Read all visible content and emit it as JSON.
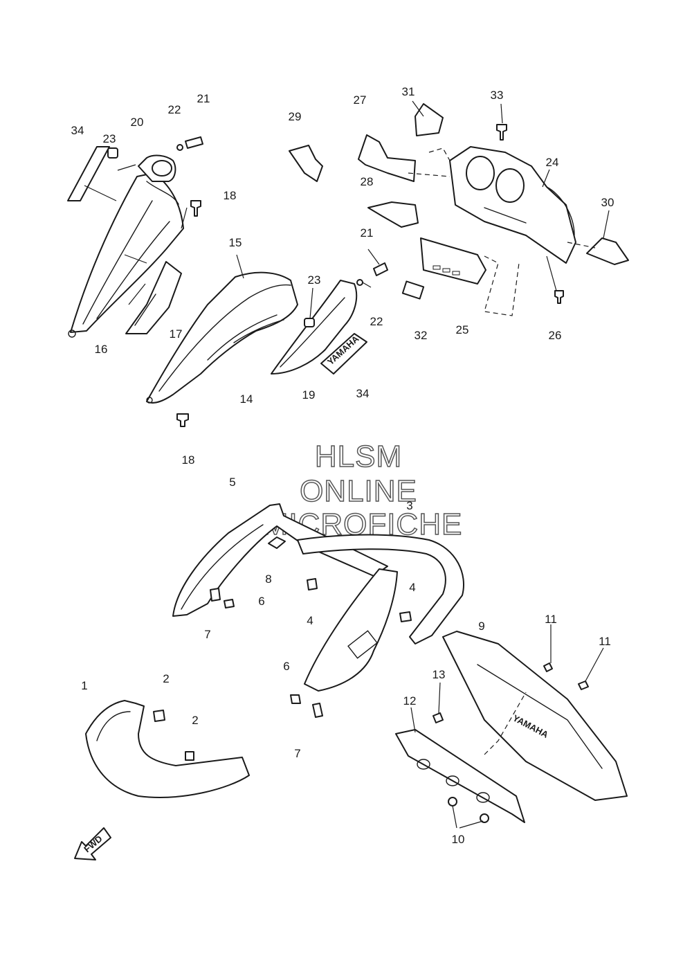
{
  "callouts": [
    "1",
    "2",
    "2",
    "3",
    "4",
    "4",
    "5",
    "6",
    "6",
    "7",
    "7",
    "8",
    "9",
    "10",
    "11",
    "11",
    "12",
    "13",
    "14",
    "15",
    "16",
    "17",
    "18",
    "18",
    "19",
    "20",
    "21",
    "21",
    "22",
    "22",
    "23",
    "23",
    "24",
    "25",
    "26",
    "27",
    "28",
    "29",
    "30",
    "31",
    "32",
    "33",
    "34",
    "34"
  ],
  "watermark": [
    "HLSM",
    "ONLINE",
    "MICROFICHE"
  ],
  "fwd_label": "FWD",
  "decal_text": "YAMAHA",
  "guard_text": "YAMAHA",
  "colors": {
    "line": "#1a1a1a",
    "background": "#ffffff",
    "watermark_outline": "#555555"
  }
}
